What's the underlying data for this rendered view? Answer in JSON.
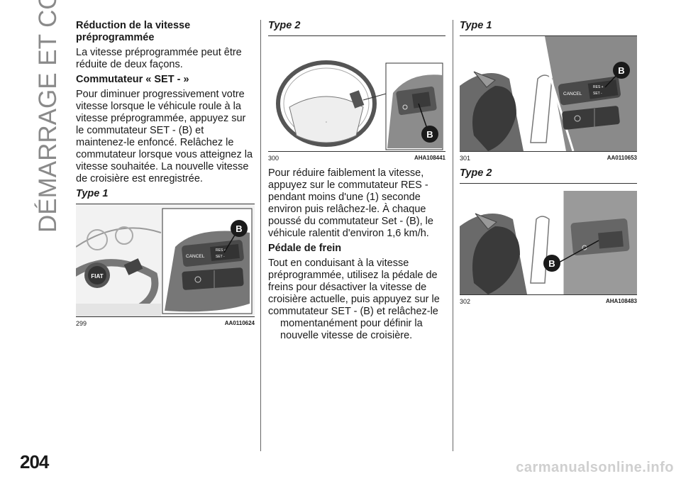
{
  "side_title": "DÉMARRAGE ET CONDUITE",
  "page_number": "204",
  "watermark": "carmanualsonline.info",
  "col1": {
    "heading": "Réduction de la vitesse préprogrammée",
    "intro": "La vitesse préprogrammée peut être réduite de deux façons.",
    "subheading": "Commutateur « SET - »",
    "body": "Pour diminuer progressivement votre vitesse lorsque le véhicule roule à la vitesse préprogrammée, appuyez sur le commutateur SET - (B) et maintenez-le enfoncé. Relâchez le commutateur lorsque vous atteignez la vitesse souhaitée. La nouvelle vitesse de croisière est enregistrée.",
    "type_label": "Type 1",
    "figure": {
      "number": "299",
      "code": "AA0110624",
      "callout": "B",
      "labels": [
        "CANCEL",
        "RES +",
        "SET -"
      ],
      "badge": "FIAT"
    }
  },
  "col2": {
    "type_label": "Type 2",
    "figure": {
      "number": "300",
      "code": "AHA108441",
      "callout": "B"
    },
    "body": "Pour réduire faiblement la vitesse, appuyez sur le commutateur RES - pendant moins d'une (1) seconde environ puis relâchez-le. À chaque poussé du commutateur Set - (B), le véhicule ralentit d'environ 1,6 km/h.",
    "subheading": "Pédale de frein",
    "body2": "Tout en conduisant à la vitesse préprogrammée, utilisez la pédale de freins pour désactiver la vitesse de croisière actuelle, puis appuyez sur le commutateur SET - (B) et relâchez-le",
    "body2_indent": "momentanément pour définir la nouvelle vitesse de croisière."
  },
  "col3": {
    "type1_label": "Type 1",
    "figure1": {
      "number": "301",
      "code": "AA0110653",
      "callout": "B",
      "labels": [
        "CANCEL",
        "RES +",
        "SET -"
      ]
    },
    "type2_label": "Type 2",
    "figure2": {
      "number": "302",
      "code": "AHA108483",
      "callout": "B"
    }
  }
}
